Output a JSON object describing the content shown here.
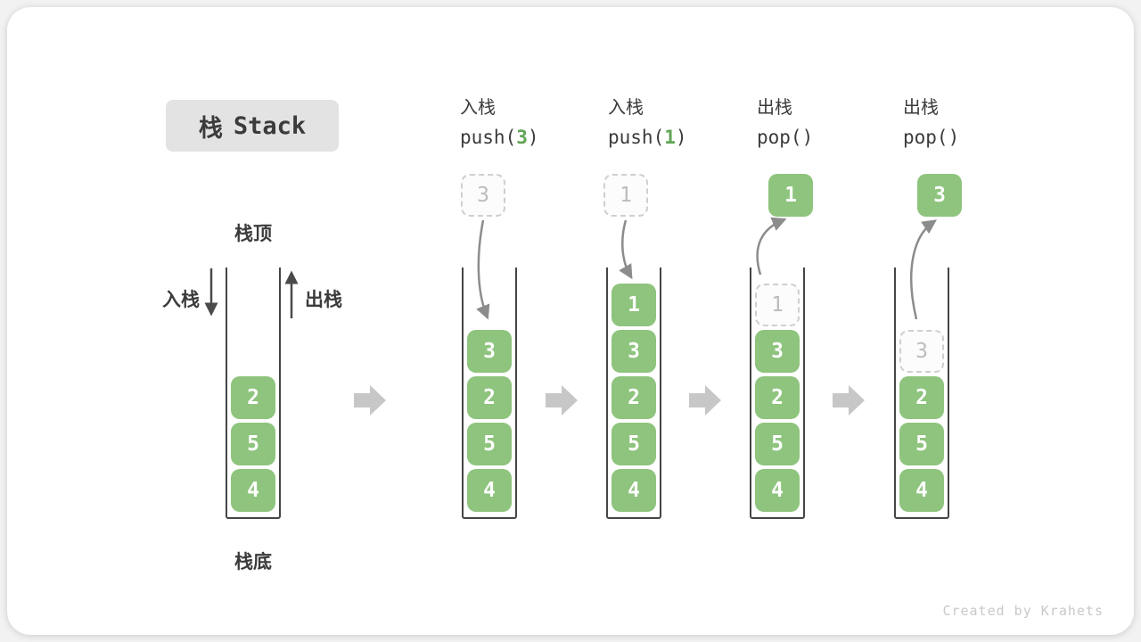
{
  "title": {
    "zh": "栈",
    "en": "Stack"
  },
  "labels": {
    "stack_top": "栈顶",
    "stack_bottom": "栈底",
    "push_side": "入栈",
    "pop_side": "出栈"
  },
  "watermark": "Created by Krahets",
  "colors": {
    "green": "#8ec47d",
    "green_text": "#61a455",
    "dark_text": "#3b3b3b",
    "badge_bg": "#e3e3e3",
    "ghost_border": "#cfcfcf",
    "ghost_text": "#bcbcbc",
    "container_border": "#454545",
    "curve_arrow": "#8c8c8c",
    "straight_arrow": "#4a4a4a",
    "block_arrow": "#c7c7c7",
    "watermark_color": "#c9c9c9"
  },
  "stages": [
    {
      "operation": null,
      "floating": null,
      "stack_bottom_to_top": [
        {
          "value": "4"
        },
        {
          "value": "5"
        },
        {
          "value": "2"
        }
      ]
    },
    {
      "operation": {
        "label": "入栈",
        "code_pre": "push(",
        "code_arg": "3",
        "code_post": ")"
      },
      "floating": {
        "value": "3",
        "variant": "ghost"
      },
      "stack_bottom_to_top": [
        {
          "value": "4"
        },
        {
          "value": "5"
        },
        {
          "value": "2"
        },
        {
          "value": "3"
        }
      ]
    },
    {
      "operation": {
        "label": "入栈",
        "code_pre": "push(",
        "code_arg": "1",
        "code_post": ")"
      },
      "floating": {
        "value": "1",
        "variant": "ghost"
      },
      "stack_bottom_to_top": [
        {
          "value": "4"
        },
        {
          "value": "5"
        },
        {
          "value": "2"
        },
        {
          "value": "3"
        },
        {
          "value": "1"
        }
      ]
    },
    {
      "operation": {
        "label": "出栈",
        "code_pre": "pop(",
        "code_arg": "",
        "code_post": ")"
      },
      "floating": {
        "value": "1",
        "variant": "solid"
      },
      "stack_bottom_to_top": [
        {
          "value": "4"
        },
        {
          "value": "5"
        },
        {
          "value": "2"
        },
        {
          "value": "3"
        },
        {
          "value": "1",
          "ghost": true
        }
      ]
    },
    {
      "operation": {
        "label": "出栈",
        "code_pre": "pop(",
        "code_arg": "",
        "code_post": ")"
      },
      "floating": {
        "value": "3",
        "variant": "solid"
      },
      "stack_bottom_to_top": [
        {
          "value": "4"
        },
        {
          "value": "5"
        },
        {
          "value": "2"
        },
        {
          "value": "3",
          "ghost": true
        }
      ]
    }
  ]
}
